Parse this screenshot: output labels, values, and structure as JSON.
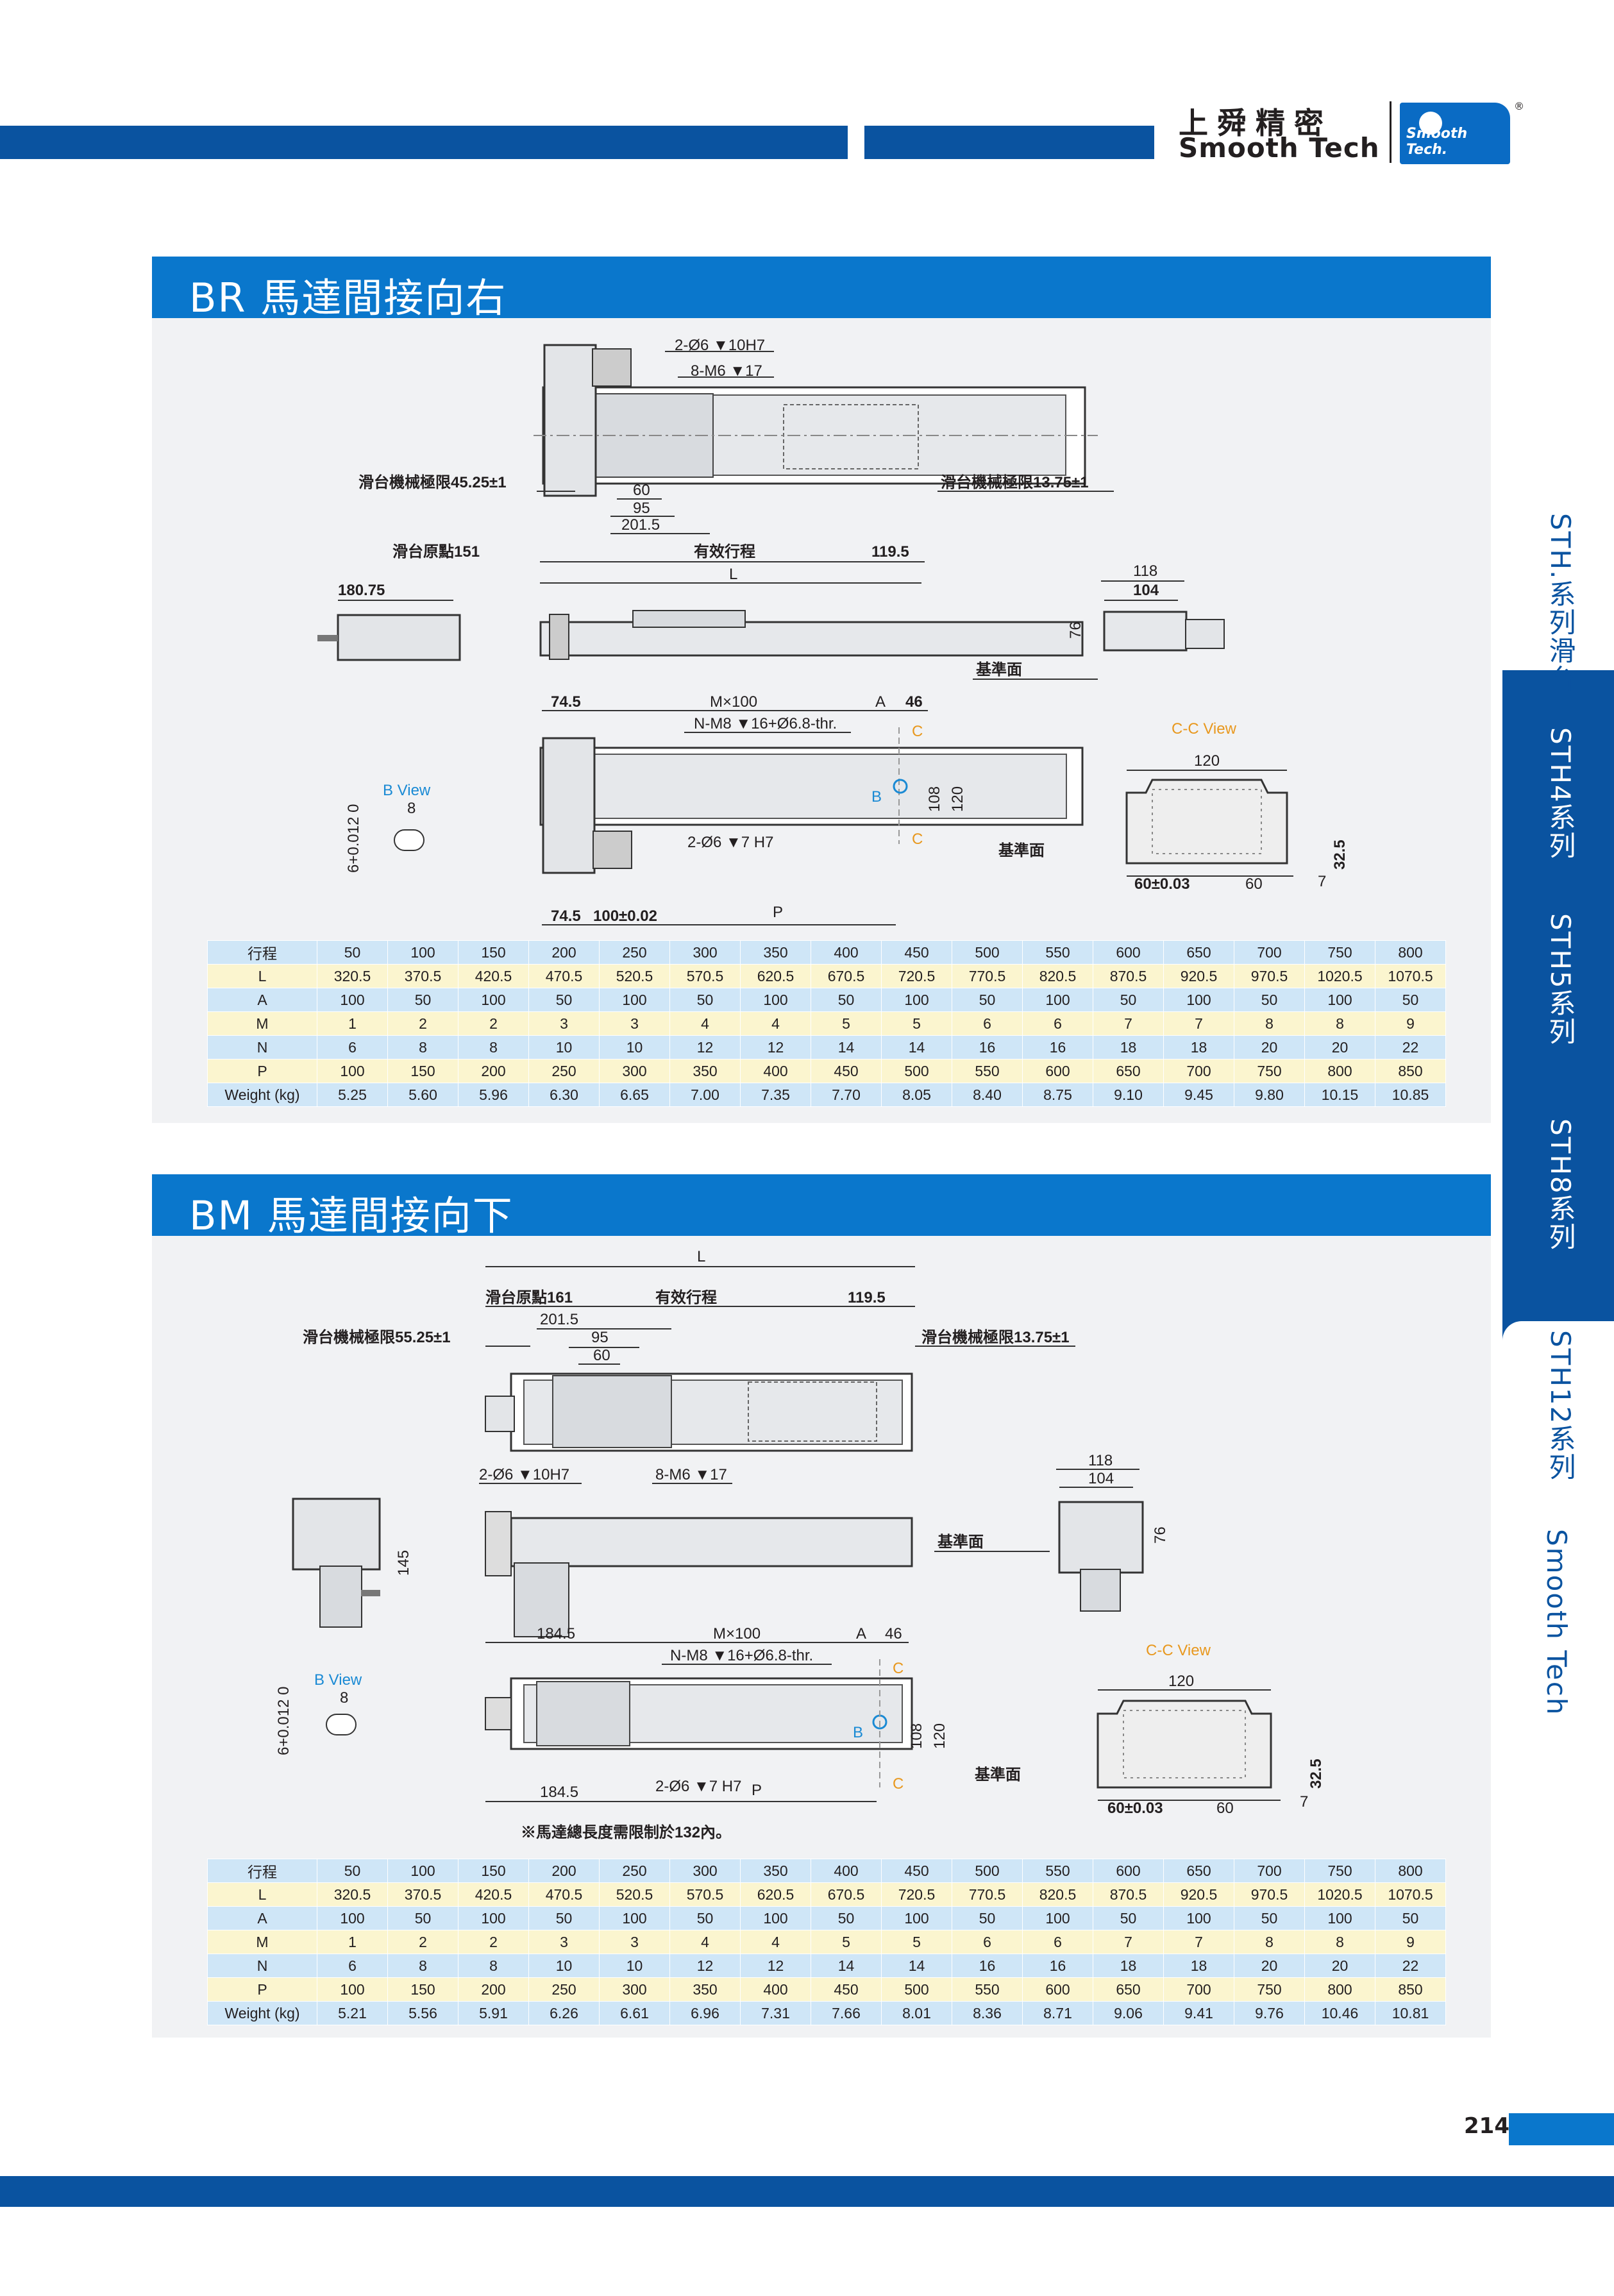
{
  "brand": {
    "name_cn": "上舜精密",
    "name_en": "Smooth Tech",
    "logo_text": "Smooth Tech.",
    "registered": "®"
  },
  "side_tabs": [
    {
      "label": "STH.系列滑台",
      "selected": true
    },
    {
      "label": "STH4系列",
      "selected": false
    },
    {
      "label": "STH5系列",
      "selected": false
    },
    {
      "label": "STH8系列",
      "selected": false
    },
    {
      "label": "STH12系列",
      "selected": true
    },
    {
      "label": "Smooth Tech",
      "selected": false
    }
  ],
  "page_number": "214",
  "sections": [
    {
      "title": "BR  馬達間接向右",
      "drawing": {
        "top_labels": [
          "2-Ø6 ▼10H7",
          "8-M6 ▼17"
        ],
        "left_limit": "滑台機械極限45.25±1",
        "right_limit": "滑台機械極限13.75±1",
        "dims_center": [
          "60",
          "95",
          "201.5"
        ],
        "origin": "滑台原點151",
        "stroke": "有效行程",
        "stroke_right": "119.5",
        "L": "L",
        "side_dim": "180.75",
        "end_dims": [
          "118",
          "104",
          "76"
        ],
        "datum": "基準面",
        "bottom_top": [
          "74.5",
          "M×100",
          "A",
          "46"
        ],
        "thread": "N-M8 ▼16+Ø6.8-thr.",
        "hole": "2-Ø6 ▼7 H7",
        "bottom_dims": [
          "74.5",
          "100±0.02",
          "P"
        ],
        "vert_dims": [
          "108",
          "120"
        ],
        "b_view": "B View",
        "b_view_dim": "8",
        "tol": "6+0.012 0",
        "cc_view": "C-C View",
        "cc_dims": [
          "120",
          "60±0.03",
          "60",
          "32.5",
          "7"
        ],
        "marks": [
          "C",
          "B",
          "C"
        ]
      },
      "table": {
        "headers": [
          "行程",
          "L",
          "A",
          "M",
          "N",
          "P",
          "Weight (kg)"
        ],
        "rows": [
          [
            "50",
            "100",
            "150",
            "200",
            "250",
            "300",
            "350",
            "400",
            "450",
            "500",
            "550",
            "600",
            "650",
            "700",
            "750",
            "800"
          ],
          [
            "320.5",
            "370.5",
            "420.5",
            "470.5",
            "520.5",
            "570.5",
            "620.5",
            "670.5",
            "720.5",
            "770.5",
            "820.5",
            "870.5",
            "920.5",
            "970.5",
            "1020.5",
            "1070.5"
          ],
          [
            "100",
            "50",
            "100",
            "50",
            "100",
            "50",
            "100",
            "50",
            "100",
            "50",
            "100",
            "50",
            "100",
            "50",
            "100",
            "50"
          ],
          [
            "1",
            "2",
            "2",
            "3",
            "3",
            "4",
            "4",
            "5",
            "5",
            "6",
            "6",
            "7",
            "7",
            "8",
            "8",
            "9"
          ],
          [
            "6",
            "8",
            "8",
            "10",
            "10",
            "12",
            "12",
            "14",
            "14",
            "16",
            "16",
            "18",
            "18",
            "20",
            "20",
            "22"
          ],
          [
            "100",
            "150",
            "200",
            "250",
            "300",
            "350",
            "400",
            "450",
            "500",
            "550",
            "600",
            "650",
            "700",
            "750",
            "800",
            "850"
          ],
          [
            "5.25",
            "5.60",
            "5.96",
            "6.30",
            "6.65",
            "7.00",
            "7.35",
            "7.70",
            "8.05",
            "8.40",
            "8.75",
            "9.10",
            "9.45",
            "9.80",
            "10.15",
            "10.85"
          ]
        ]
      }
    },
    {
      "title": "BM  馬達間接向下",
      "drawing": {
        "L": "L",
        "origin": "滑台原點161",
        "stroke": "有效行程",
        "stroke_right": "119.5",
        "left_limit": "滑台機械極限55.25±1",
        "right_limit": "滑台機械極限13.75±1",
        "dims_center": [
          "201.5",
          "95",
          "60"
        ],
        "bottom_labels": [
          "2-Ø6 ▼10H7",
          "8-M6 ▼17"
        ],
        "end_dims": [
          "118",
          "104",
          "76"
        ],
        "side_dim": "145",
        "datum": "基準面",
        "bottom_top": [
          "184.5",
          "M×100",
          "A",
          "46"
        ],
        "thread": "N-M8 ▼16+Ø6.8-thr.",
        "hole": "2-Ø6 ▼7 H7",
        "bottom_dims": [
          "184.5",
          "P"
        ],
        "vert_dims": [
          "108",
          "120"
        ],
        "b_view": "B View",
        "b_view_dim": "8",
        "tol": "6+0.012 0",
        "cc_view": "C-C View",
        "cc_dims": [
          "120",
          "60±0.03",
          "60",
          "32.5",
          "7"
        ],
        "note": "※馬達總長度需限制於132內。",
        "marks": [
          "C",
          "B",
          "C"
        ]
      },
      "table": {
        "headers": [
          "行程",
          "L",
          "A",
          "M",
          "N",
          "P",
          "Weight (kg)"
        ],
        "rows": [
          [
            "50",
            "100",
            "150",
            "200",
            "250",
            "300",
            "350",
            "400",
            "450",
            "500",
            "550",
            "600",
            "650",
            "700",
            "750",
            "800"
          ],
          [
            "320.5",
            "370.5",
            "420.5",
            "470.5",
            "520.5",
            "570.5",
            "620.5",
            "670.5",
            "720.5",
            "770.5",
            "820.5",
            "870.5",
            "920.5",
            "970.5",
            "1020.5",
            "1070.5"
          ],
          [
            "100",
            "50",
            "100",
            "50",
            "100",
            "50",
            "100",
            "50",
            "100",
            "50",
            "100",
            "50",
            "100",
            "50",
            "100",
            "50"
          ],
          [
            "1",
            "2",
            "2",
            "3",
            "3",
            "4",
            "4",
            "5",
            "5",
            "6",
            "6",
            "7",
            "7",
            "8",
            "8",
            "9"
          ],
          [
            "6",
            "8",
            "8",
            "10",
            "10",
            "12",
            "12",
            "14",
            "14",
            "16",
            "16",
            "18",
            "18",
            "20",
            "20",
            "22"
          ],
          [
            "100",
            "150",
            "200",
            "250",
            "300",
            "350",
            "400",
            "450",
            "500",
            "550",
            "600",
            "650",
            "700",
            "750",
            "800",
            "850"
          ],
          [
            "5.21",
            "5.56",
            "5.91",
            "6.26",
            "6.61",
            "6.96",
            "7.31",
            "7.66",
            "8.01",
            "8.36",
            "8.71",
            "9.06",
            "9.41",
            "9.76",
            "10.46",
            "10.81"
          ]
        ]
      }
    }
  ]
}
